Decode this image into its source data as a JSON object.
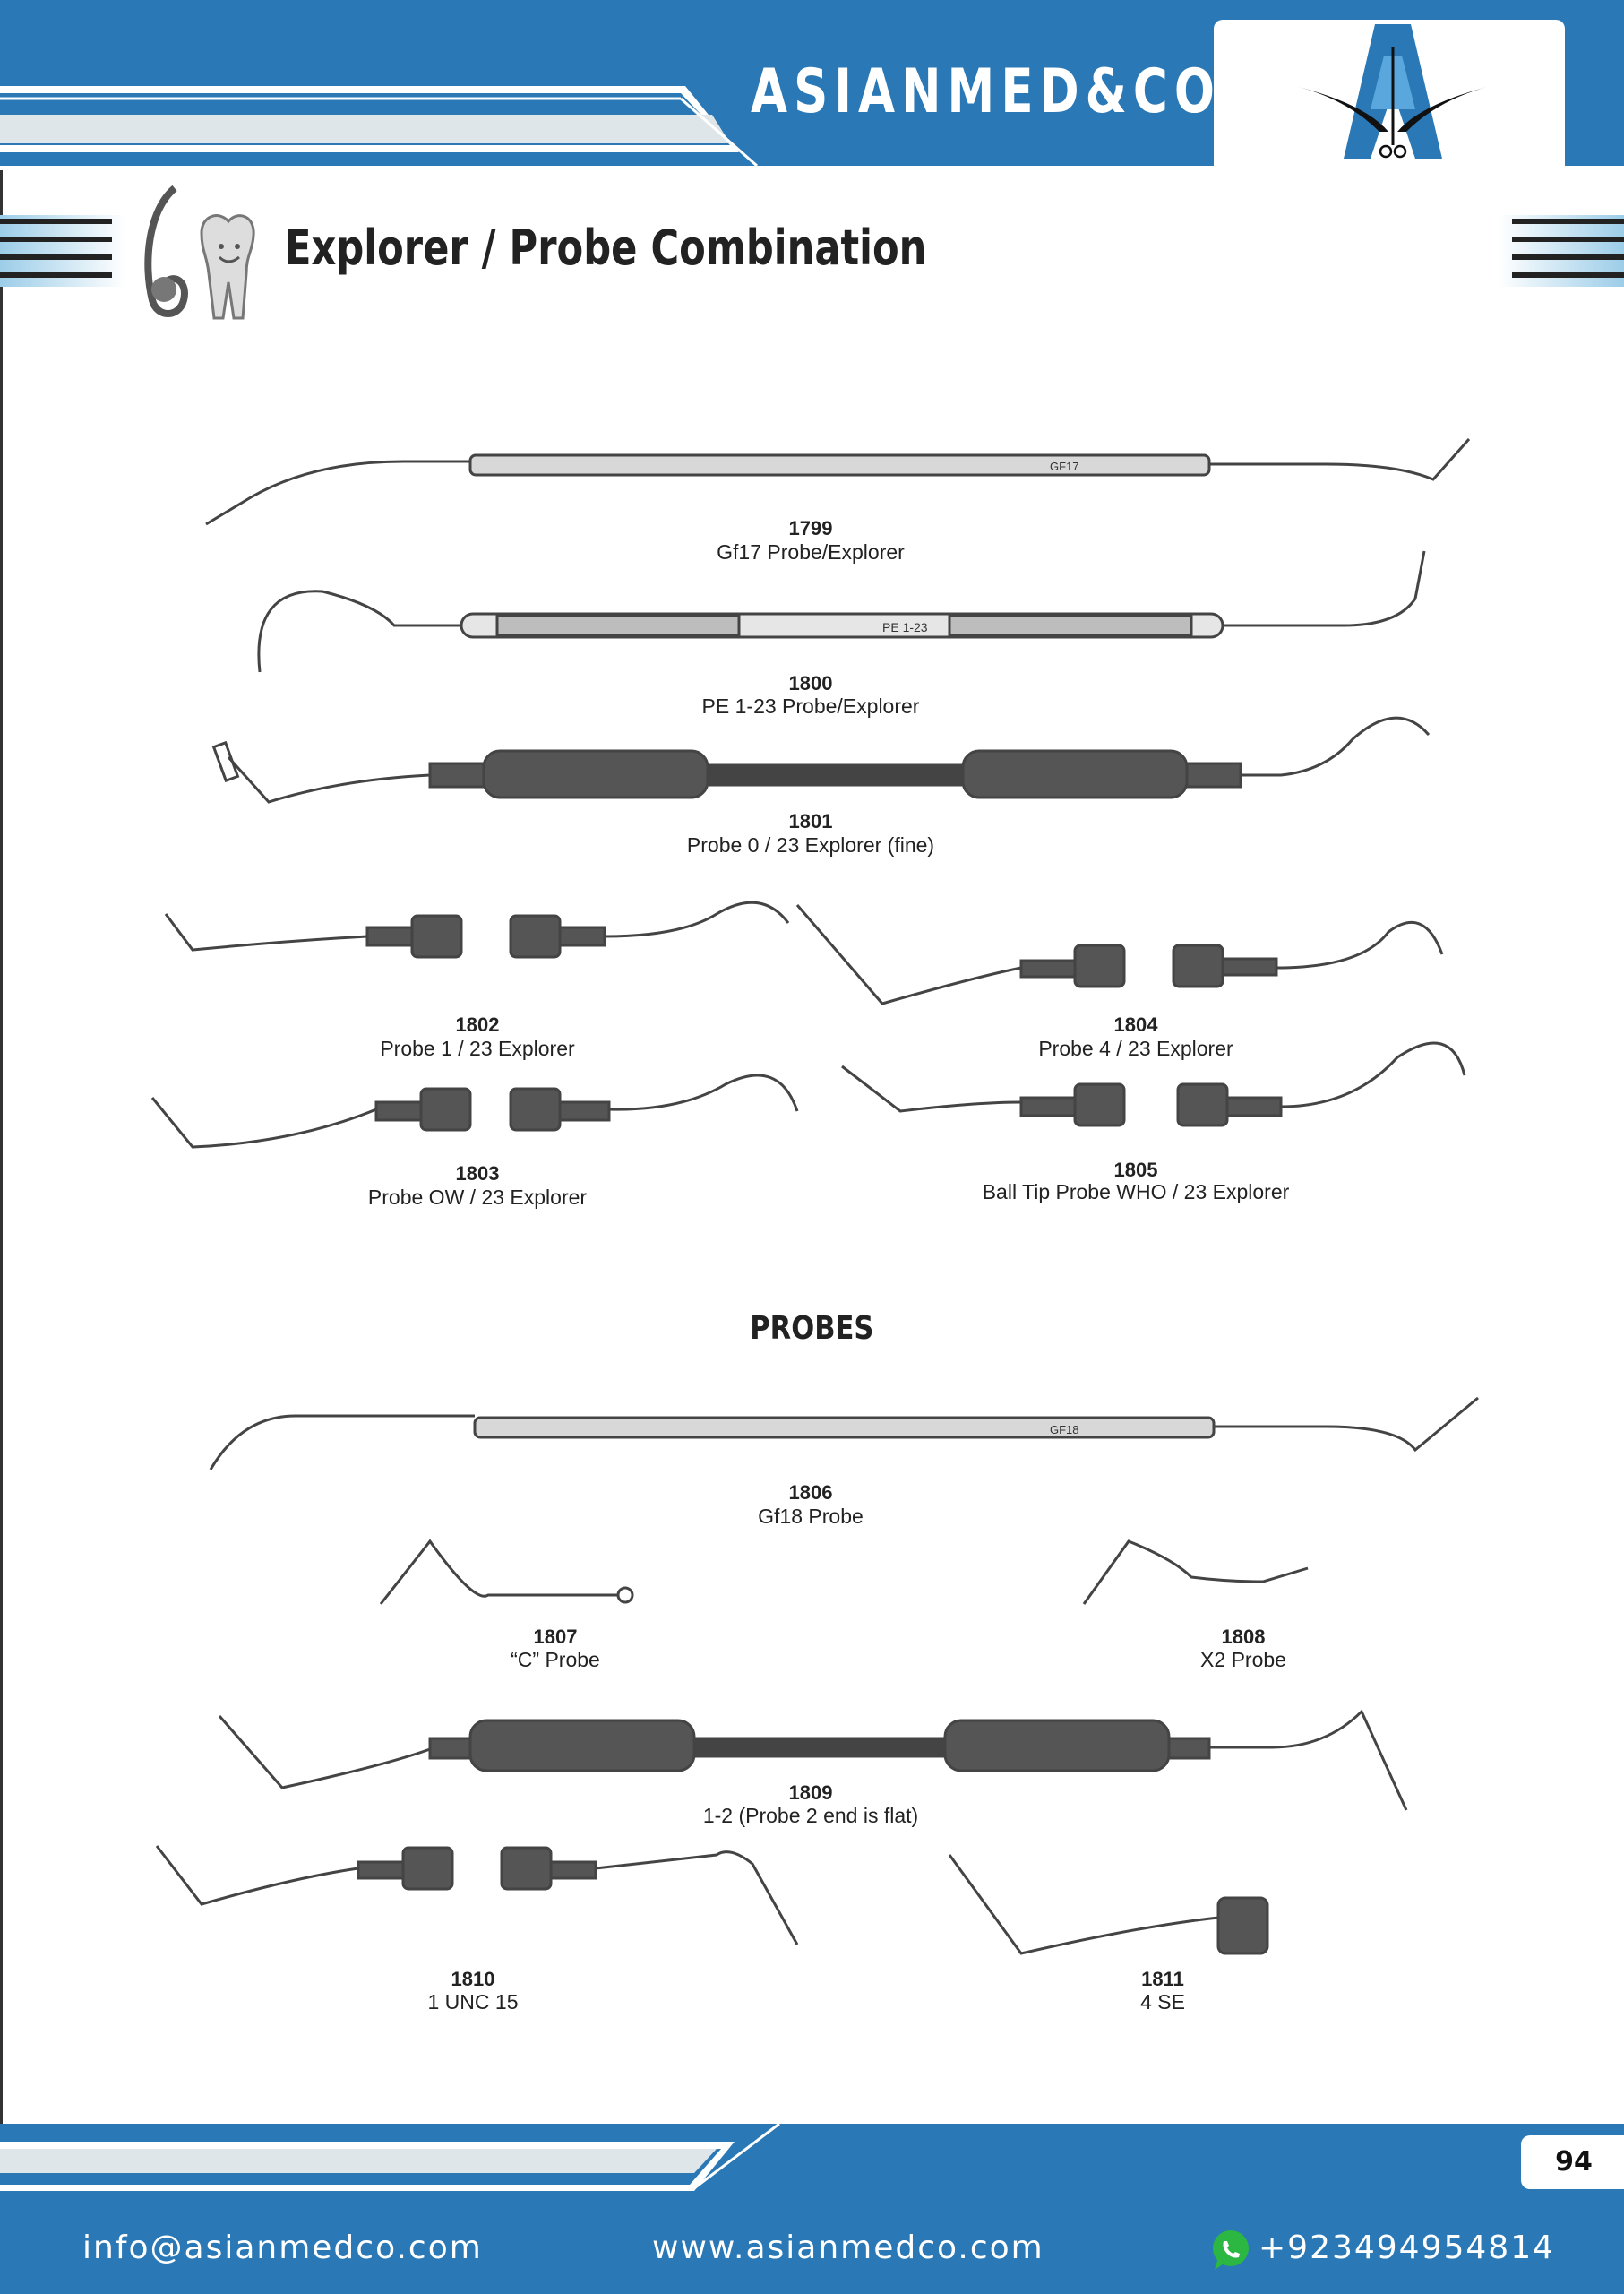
{
  "header": {
    "brand": "ASIANMED&CO",
    "logo_icon": "asianmedco-logo"
  },
  "section": {
    "title": "Explorer / Probe Combination",
    "icon": "tooth-probe-icon"
  },
  "products": [
    {
      "number": "1799",
      "name": "Gf17 Probe/Explorer",
      "engraving": "GF17"
    },
    {
      "number": "1800",
      "name": "PE 1-23 Probe/Explorer",
      "engraving": "PE 1-23"
    },
    {
      "number": "1801",
      "name": "Probe 0 / 23 Explorer (fine)"
    },
    {
      "number": "1802",
      "name": "Probe 1 / 23 Explorer"
    },
    {
      "number": "1804",
      "name": "Probe 4 / 23 Explorer"
    },
    {
      "number": "1803",
      "name": "Probe OW / 23 Explorer"
    },
    {
      "number": "1805",
      "name": "Ball Tip Probe WHO / 23 Explorer"
    }
  ],
  "probes_heading": "PROBES",
  "probes": [
    {
      "number": "1806",
      "name": "Gf18 Probe",
      "engraving": "GF18"
    },
    {
      "number": "1807",
      "name": "“C” Probe"
    },
    {
      "number": "1808",
      "name": "X2 Probe"
    },
    {
      "number": "1809",
      "name": "1-2 (Probe 2 end is flat)"
    },
    {
      "number": "1810",
      "name": "1 UNC 15"
    },
    {
      "number": "1811",
      "name": "4 SE"
    }
  ],
  "footer": {
    "page_number": "94",
    "email": "info@asianmedco.com",
    "website": "www.asianmedco.com",
    "phone": "+923494954814",
    "phone_icon": "whatsapp-icon"
  },
  "colors": {
    "brand_blue": "#2a78b5",
    "stripe_light": "#dfe6ea",
    "instrument_dark": "#3e3e3e"
  }
}
